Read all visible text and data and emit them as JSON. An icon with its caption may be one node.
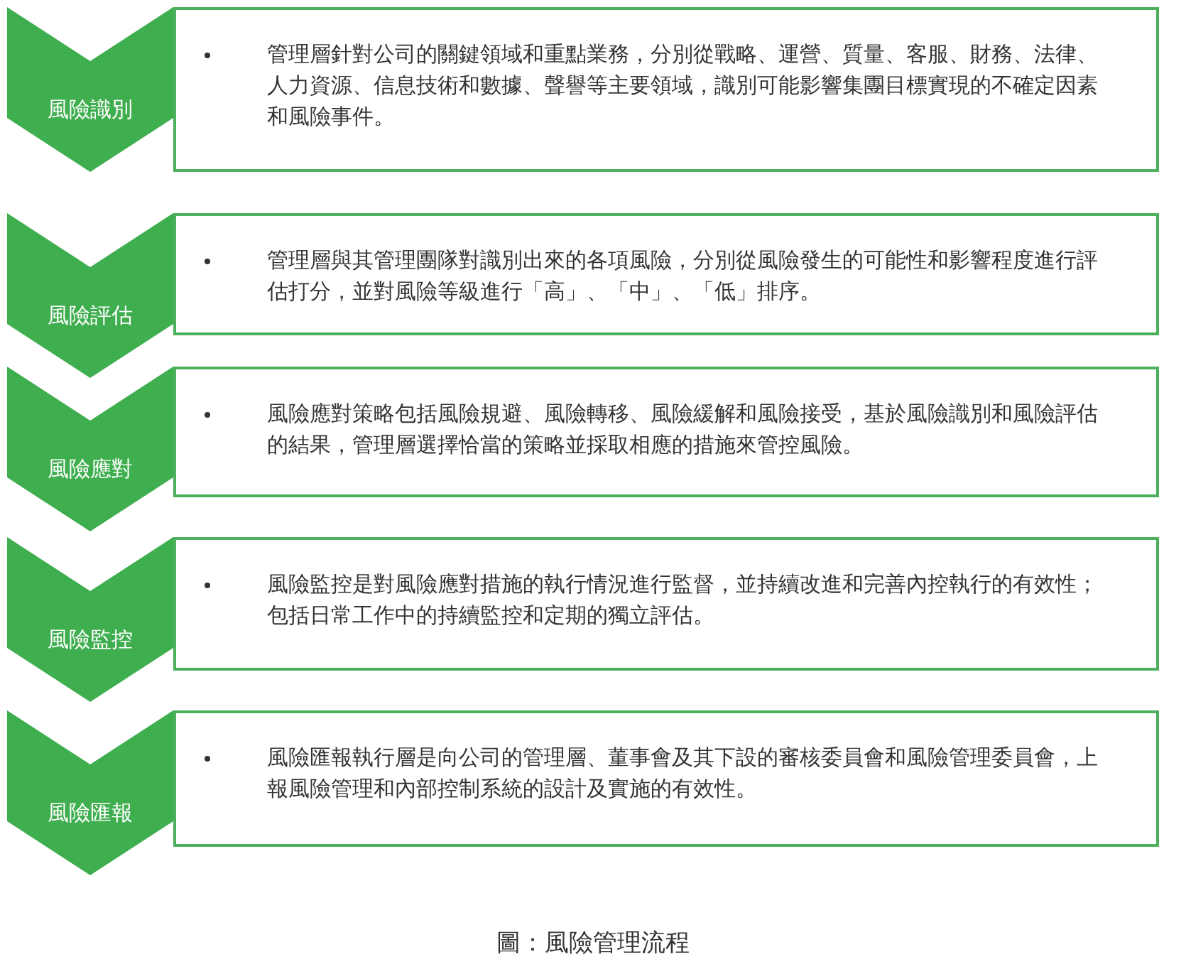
{
  "diagram": {
    "caption": "圖：風險管理流程",
    "nodes": [
      {
        "text": [
          "風險識別"
        ]
      },
      {
        "text": [
          "管理層針對公司的關鍵領域和重點業務，分別從戰略、運營、質量、客服、財務、法律、人力資源、信息技術和數據、聲譽等主要領域，識別可能影響集團目標實現的不確定因素和風險事件。"
        ]
      },
      {
        "text": [
          "風險評估"
        ]
      },
      {
        "text": [
          "管理層與其管理團隊對識別出來的各項風險，分別從風險發生的可能性和影響程度進行評估打分，並對風險等級進行「高」、「中」、「低」排序。"
        ]
      },
      {
        "text": [
          "風險應對"
        ]
      },
      {
        "text": [
          "風險應對策略包括風險規避、風險轉移、風險緩解和風險接受，基於風險識別和風險評估的結果，管理層選擇恰當的策略並採取相應的措施來管控風險。"
        ]
      },
      {
        "text": [
          "風險監控"
        ]
      },
      {
        "text": [
          "風險監控是對風險應對措施的執行情況進行監督，並持續改進和完善內控執行的有效性；包括日常工作中的持續監控和定期的獨立評估。"
        ]
      },
      {
        "text": [
          "風險匯報"
        ]
      },
      {
        "text": [
          "風險匯報執行層是向公司的管理層、董事會及其下設的審核委員會和風險管理委員會，上報風險管理和內部控制系統的設計及實施的有效性。"
        ]
      }
    ],
    "edges": []
  }
}
